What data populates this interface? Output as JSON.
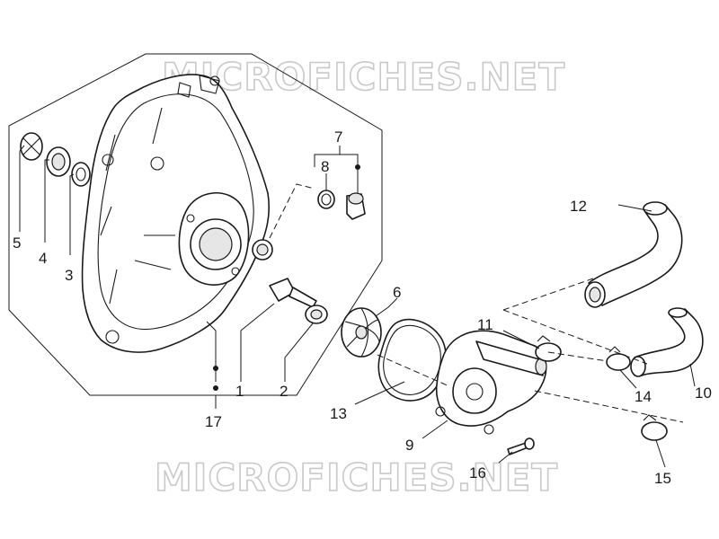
{
  "watermark": {
    "text": "MICROFICHES.NET"
  },
  "callouts": {
    "c1": "1",
    "c2": "2",
    "c3": "3",
    "c4": "4",
    "c5": "5",
    "c6": "6",
    "c7": "7",
    "c8": "8",
    "c9": "9",
    "c10": "10",
    "c11": "11",
    "c12": "12",
    "c13": "13",
    "c14": "14",
    "c15": "15",
    "c16": "16",
    "c17": "17"
  }
}
